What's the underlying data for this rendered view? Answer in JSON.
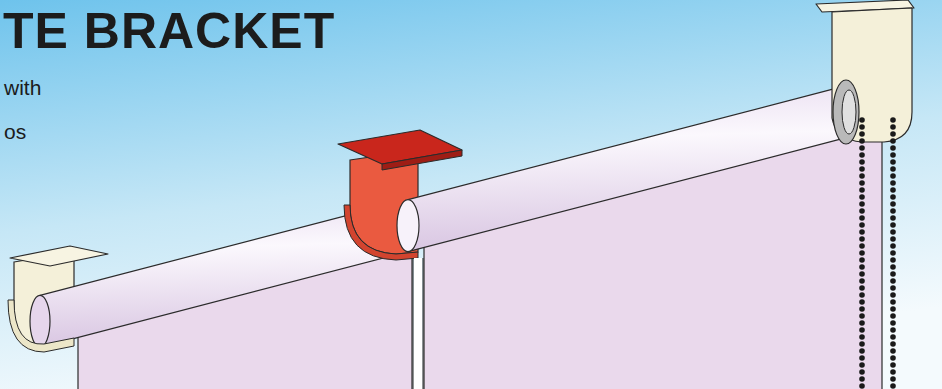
{
  "diagram": {
    "title": "TE BRACKET",
    "labels": [
      "with",
      "os"
    ]
  }
}
